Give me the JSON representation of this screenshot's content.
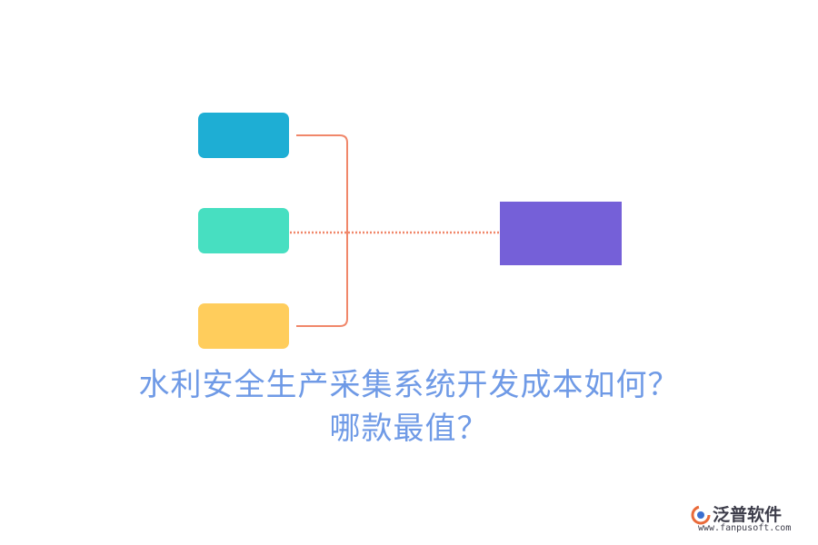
{
  "title": {
    "line1": "水利安全生产采集系统开发成本如何？",
    "line2": "哪款最值？",
    "color": "#6f9ae6"
  },
  "colors": {
    "box_top": "#1eaed4",
    "box_mid": "#47dfc1",
    "box_bot": "#ffcd5c",
    "box_right": "#7560d8",
    "connector": "#f0876a"
  },
  "logo": {
    "name": "泛普软件",
    "url": "www.fanpusoft.com",
    "color": "#3d3d4a",
    "icon": "fanpu-logo-icon"
  }
}
